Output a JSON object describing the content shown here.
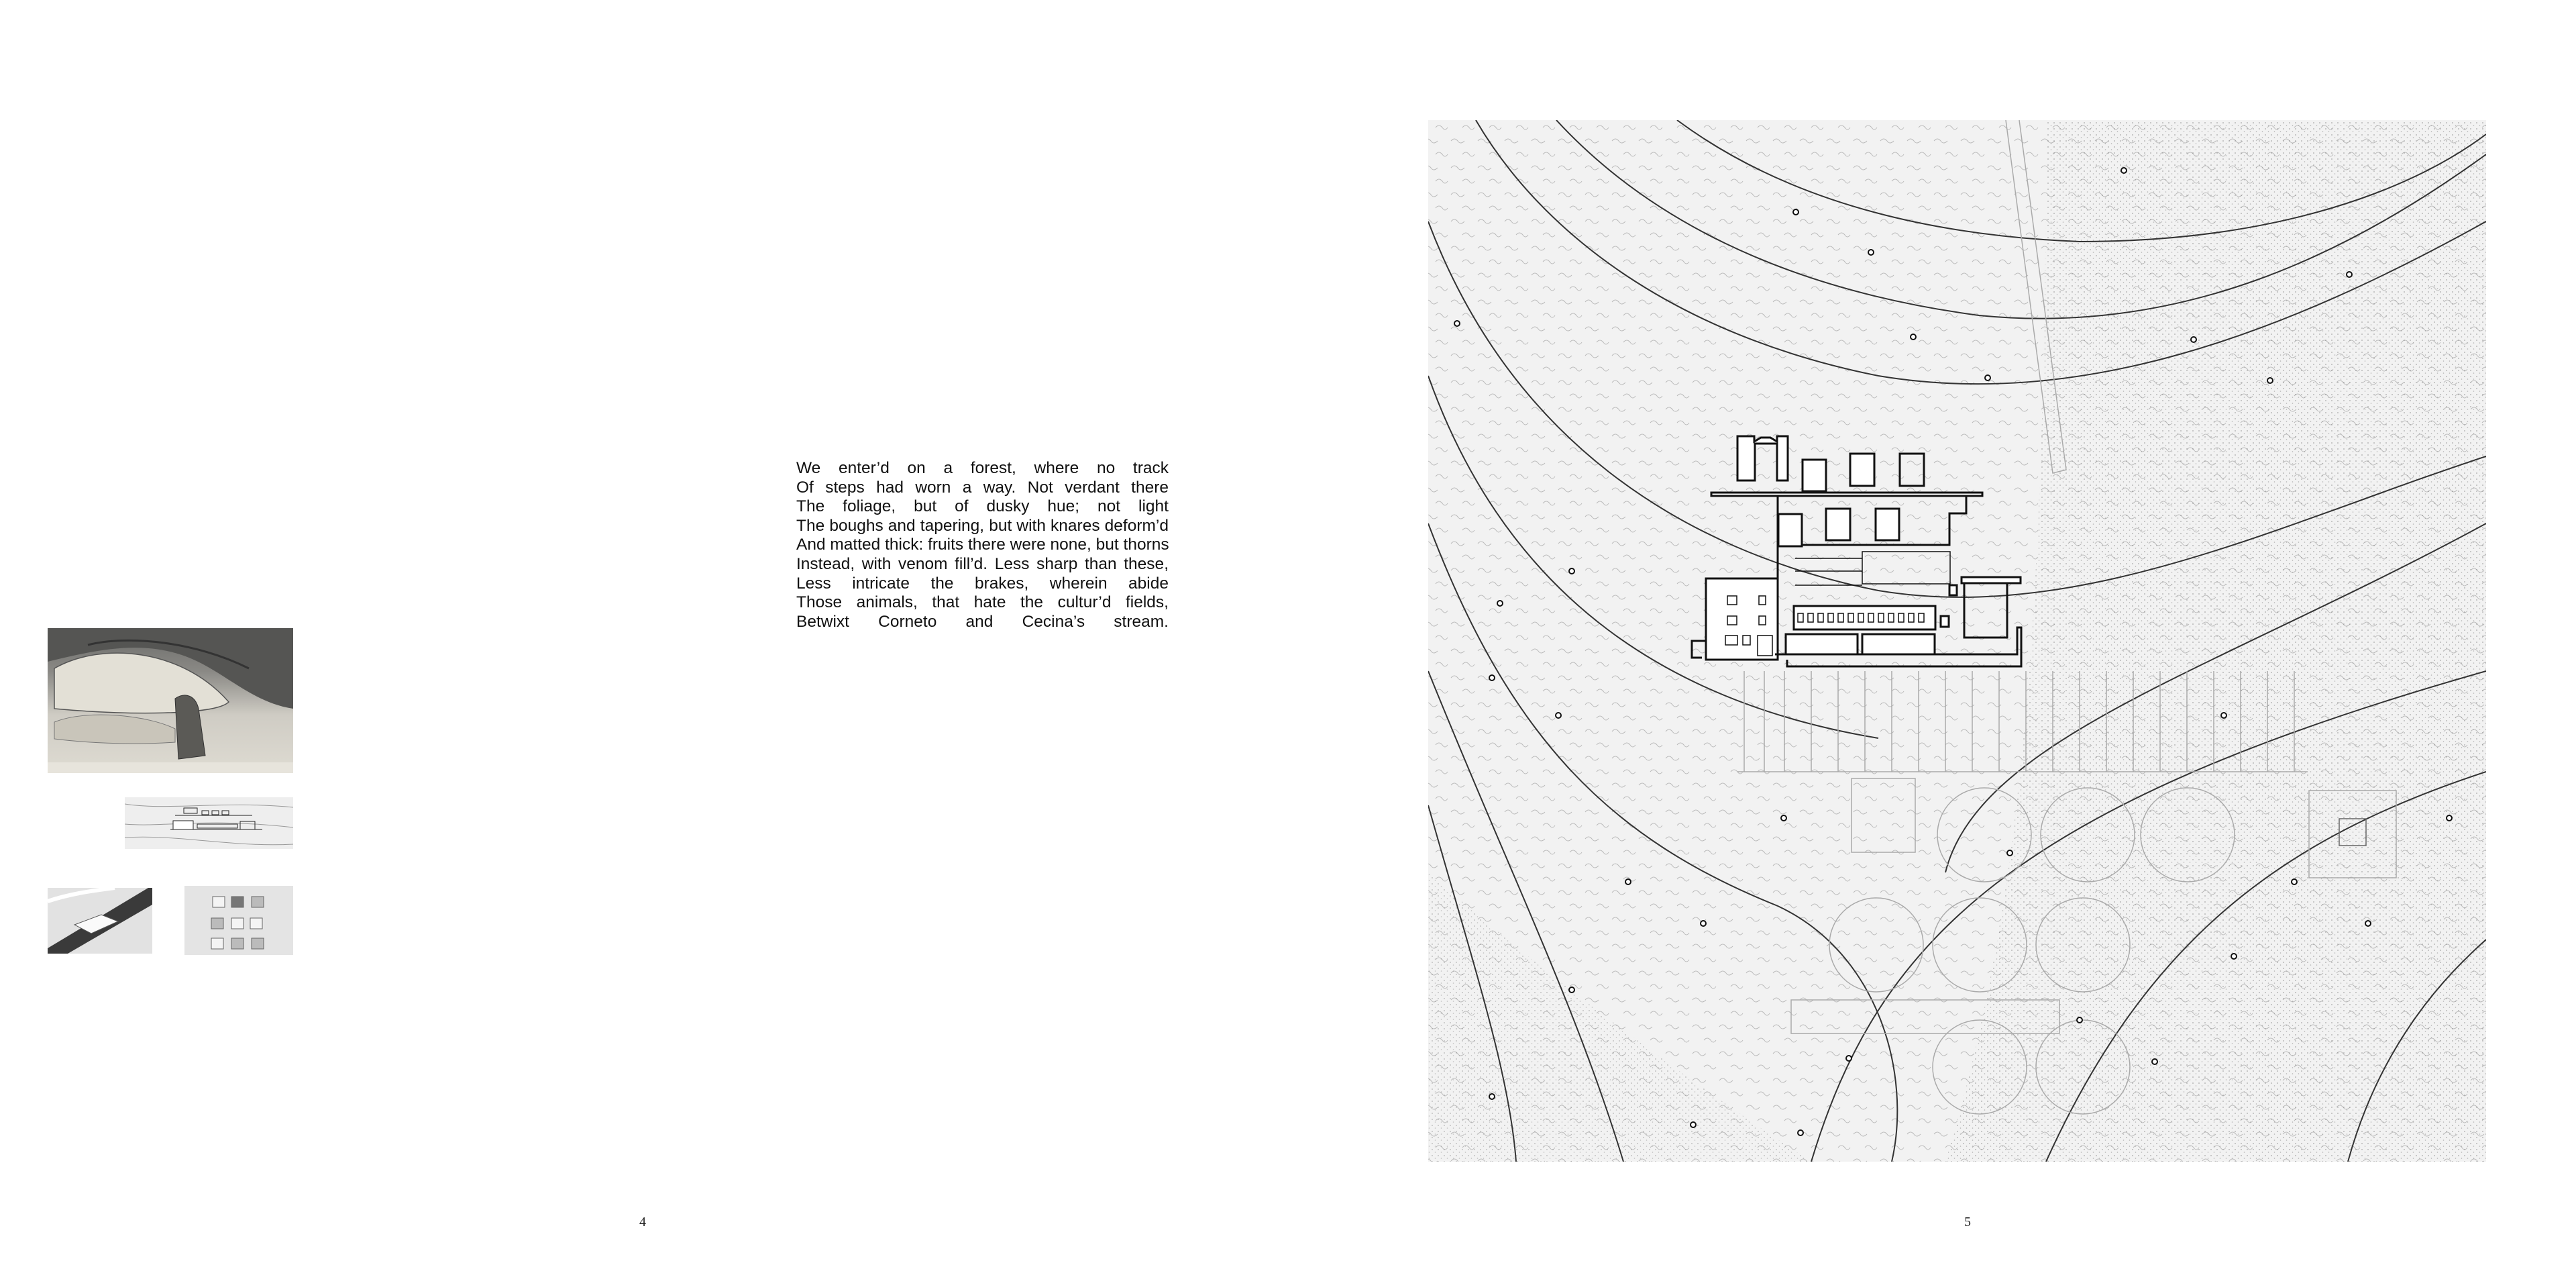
{
  "poem": {
    "lines": [
      "We enter’d on a forest, where no track",
      "Of steps had worn a way.  Not verdant there",
      "The foliage, but of dusky hue; not light",
      "The boughs and tapering, but with knares deform’d",
      "And matted thick: fruits there were none, but thorns",
      "Instead, with venom fill’d. Less sharp than these,",
      "Less intricate the brakes, wherein abide",
      "Those animals, that hate the cultur’d fields,",
      "Betwixt Corneto and Cecina’s stream."
    ]
  },
  "pages": {
    "left_number": "4",
    "right_number": "5"
  },
  "colors": {
    "ink": "#111111",
    "paper": "#ffffff",
    "engraving_bg": "#d9d7d0",
    "plan_line": "#333333"
  }
}
